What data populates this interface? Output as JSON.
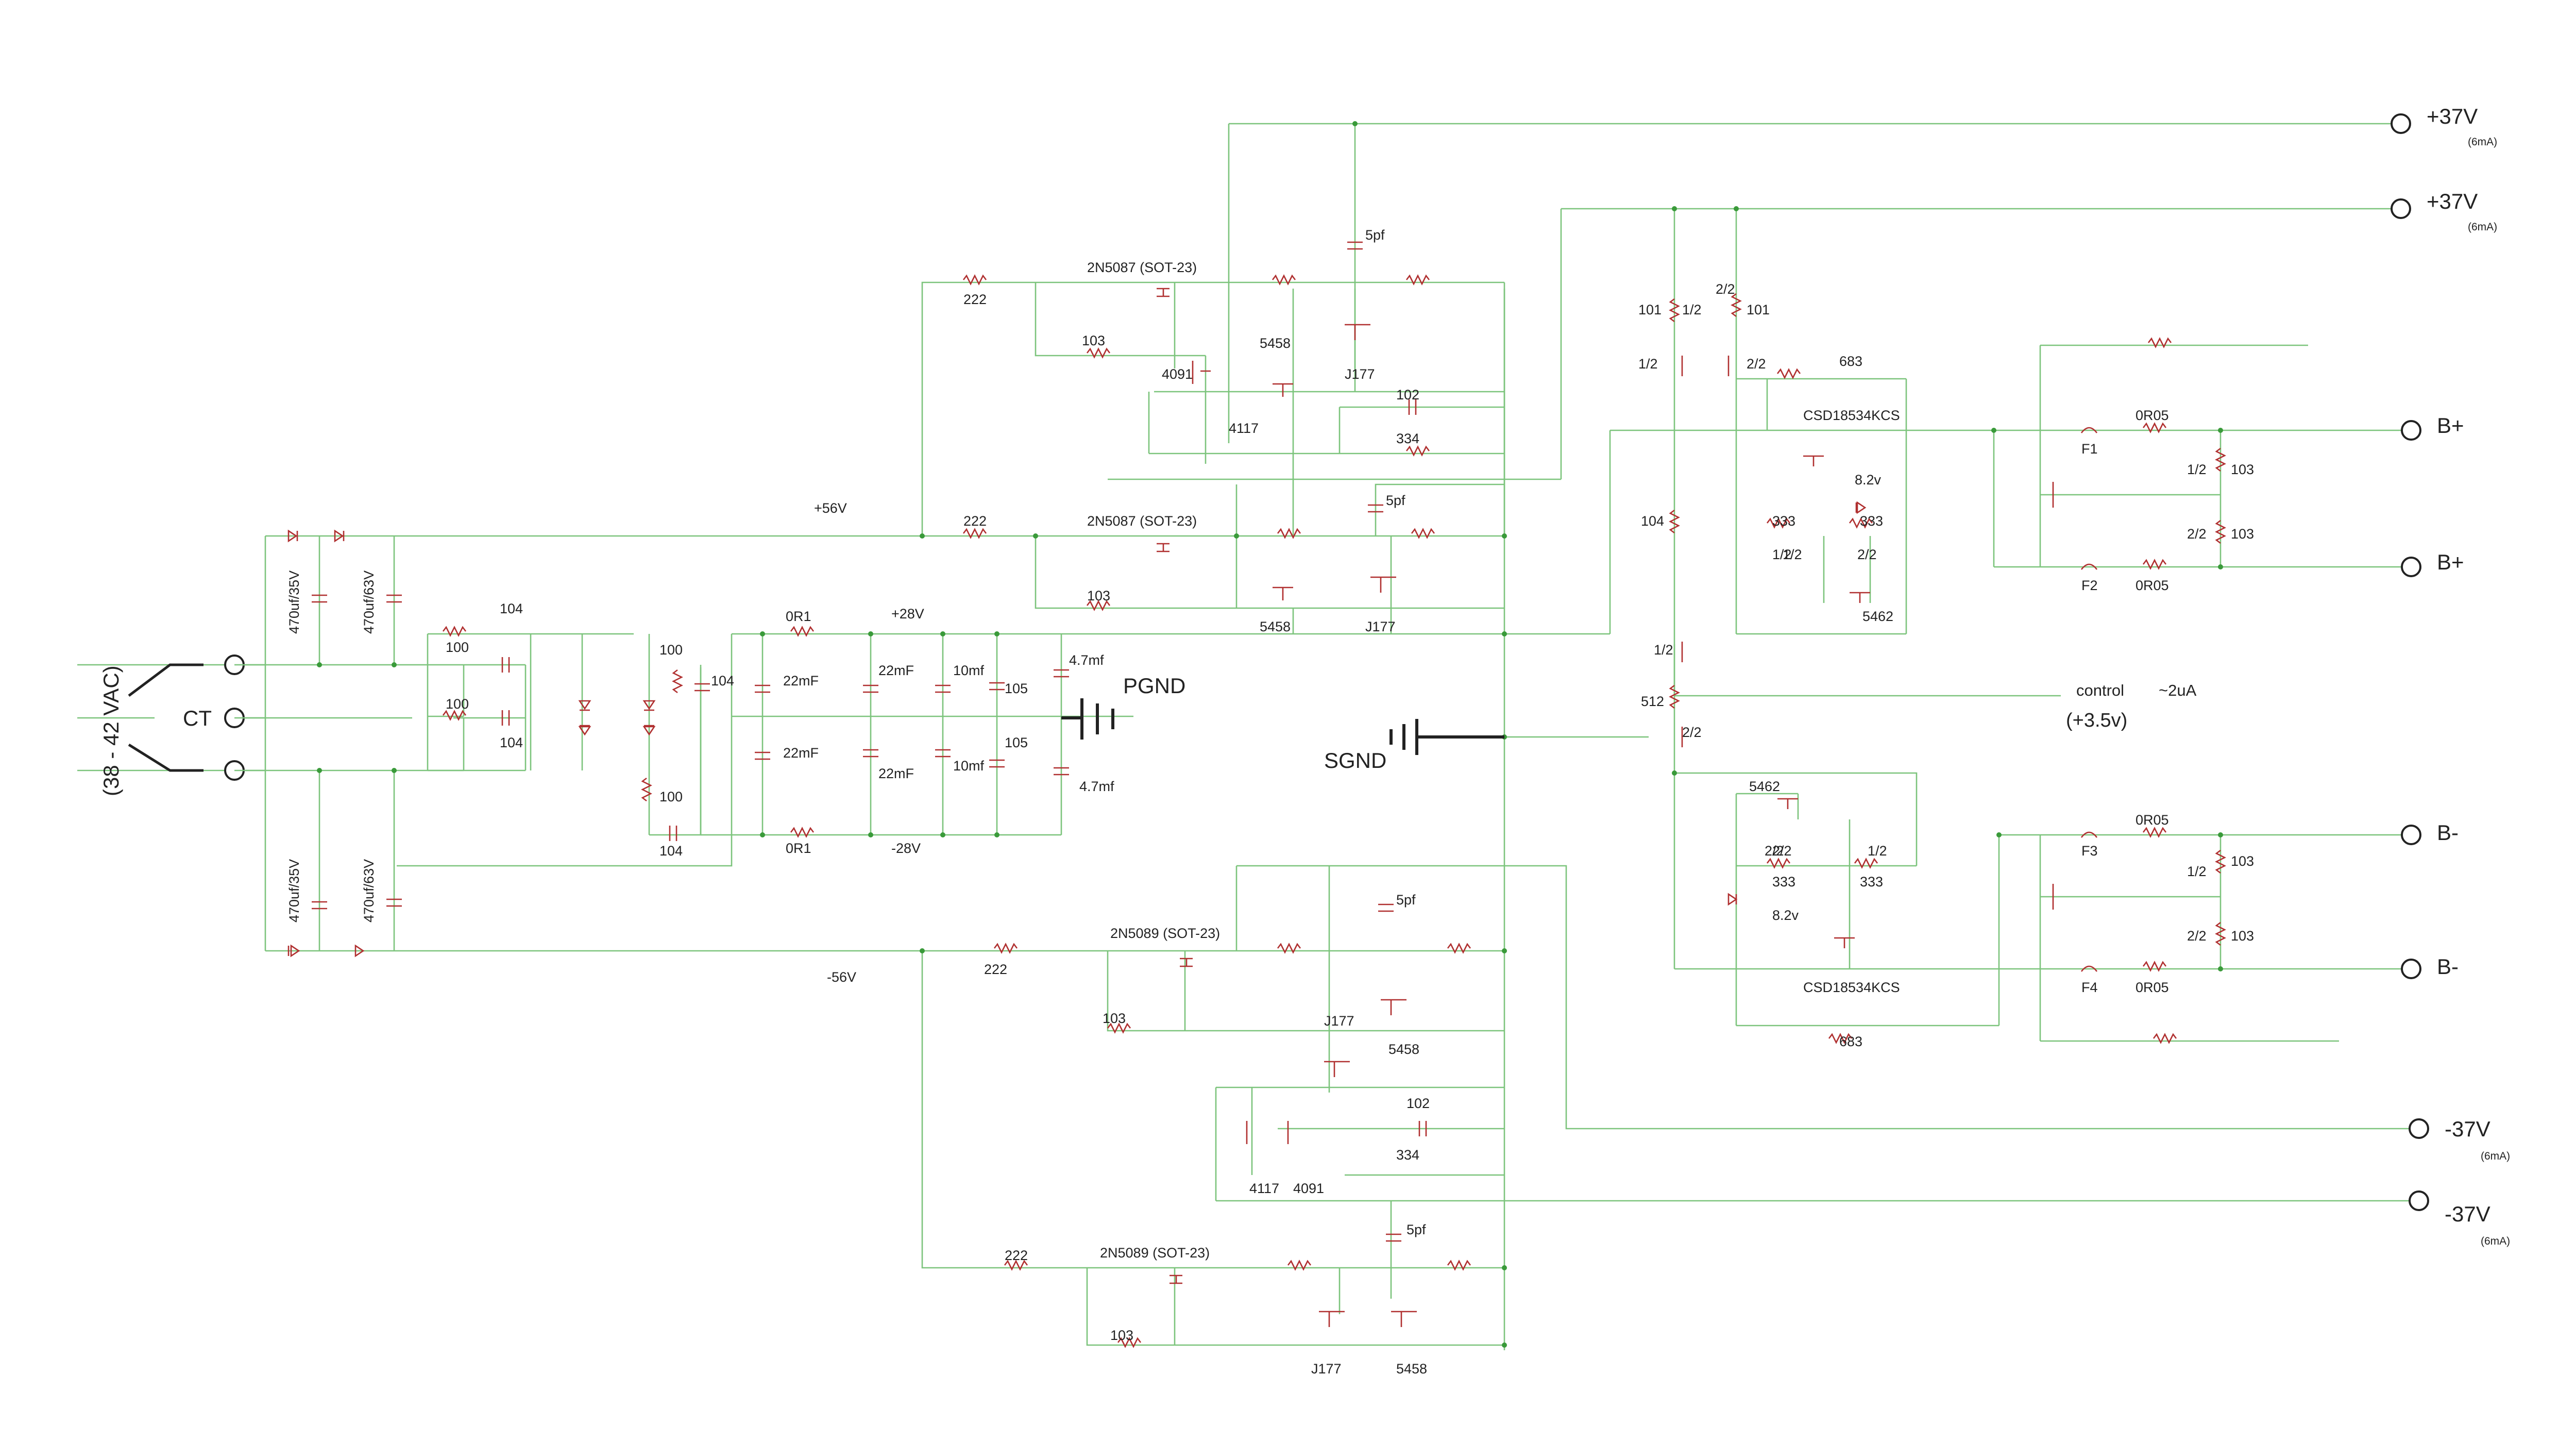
{
  "input": {
    "ac_range": "(38 - 42 VAC)",
    "ct": "CT"
  },
  "grounds": {
    "pgnd": "PGND",
    "sgnd": "SGND"
  },
  "rails": {
    "p56": "+56V",
    "n56": "-56V",
    "p28": "+28V",
    "n28": "-28V"
  },
  "outputs": {
    "p37a": "+37V",
    "p37a_cur": "(6mA)",
    "p37b": "+37V",
    "p37b_cur": "(6mA)",
    "bplus1": "B+",
    "bplus2": "B+",
    "bminus1": "B-",
    "bminus2": "B-",
    "n37a": "-37V",
    "n37a_cur": "(6mA)",
    "n37b": "-37V",
    "n37b_cur": "(6mA)"
  },
  "control": {
    "label": "control",
    "current": "~2uA",
    "voltage": "(+3.5v)"
  },
  "parts": {
    "cap_470_35_top": "470uf/35V",
    "cap_470_63_top": "470uf/63V",
    "cap_470_35_bot": "470uf/35V",
    "cap_470_63_bot": "470uf/63V",
    "r100_a": "100",
    "r100_b": "100",
    "r100_c": "100",
    "r100_d": "100",
    "c104_a": "104",
    "c104_b": "104",
    "c104_c": "104",
    "c104_d": "104",
    "r0r1_top": "0R1",
    "r0r1_bot": "0R1",
    "c22mf_1": "22mF",
    "c22mf_2": "22mF",
    "c22mf_3": "22mF",
    "c22mf_4": "22mF",
    "c10mf_1": "10mf",
    "c10mf_2": "10mf",
    "c105_1": "105",
    "c105_2": "105",
    "c47mf_1": "4.7mf",
    "c47mf_2": "4.7mf",
    "r222_1": "222",
    "r222_2": "222",
    "r222_3": "222",
    "r222_4": "222",
    "q2n5087_1": "2N5087 (SOT-23)",
    "q2n5087_2": "2N5087 (SOT-23)",
    "q2n5089_1": "2N5089 (SOT-23)",
    "q2n5089_2": "2N5089 (SOT-23)",
    "r103_1": "103",
    "r103_2": "103",
    "r103_3": "103",
    "r103_4": "103",
    "q4091_1": "4091",
    "q4091_2": "4091",
    "q4117_1": "4117",
    "q4117_2": "4117",
    "q5458_1": "5458",
    "q5458_2": "5458",
    "q5458_3": "5458",
    "q5458_4": "5458",
    "qj177_1": "J177",
    "qj177_2": "J177",
    "qj177_3": "J177",
    "qj177_4": "J177",
    "c5pf_1": "5pf",
    "c5pf_2": "5pf",
    "c5pf_3": "5pf",
    "c5pf_4": "5pf",
    "c102_1": "102",
    "c102_2": "102",
    "r334_1": "334",
    "r334_2": "334",
    "r101_1": "101",
    "r101_2": "101",
    "half_1": "1/2",
    "half_2": "1/2",
    "two2_1": "2/2",
    "two2_2": "2/2",
    "r683_1": "683",
    "r683_2": "683",
    "csd_1": "CSD18534KCS",
    "csd_2": "CSD18534KCS",
    "z82_1": "8.2v",
    "z82_2": "8.2v",
    "r333_1": "333",
    "r333_2": "333",
    "r333_3": "333",
    "r333_4": "333",
    "half_3": "1/2",
    "two2_3": "2/2",
    "two2_4": "2/2",
    "half_4": "1/2",
    "q5462_1": "5462",
    "q5462_2": "5462",
    "r104_v": "104",
    "half_5": "1/2",
    "r512": "512",
    "two2_5": "2/2",
    "f1": "F1",
    "f2": "F2",
    "f3": "F3",
    "f4": "F4",
    "r0r05_1": "0R05",
    "r0r05_2": "0R05",
    "r0r05_3": "0R05",
    "r0r05_4": "0R05",
    "half_6": "1/2",
    "two2_6": "2/2",
    "half_7": "1/2",
    "two2_7": "2/2",
    "r103_5": "103",
    "r103_6": "103",
    "r103_7": "103",
    "r103_8": "103",
    "two2_8": "2/2",
    "half_8": "1/2"
  }
}
